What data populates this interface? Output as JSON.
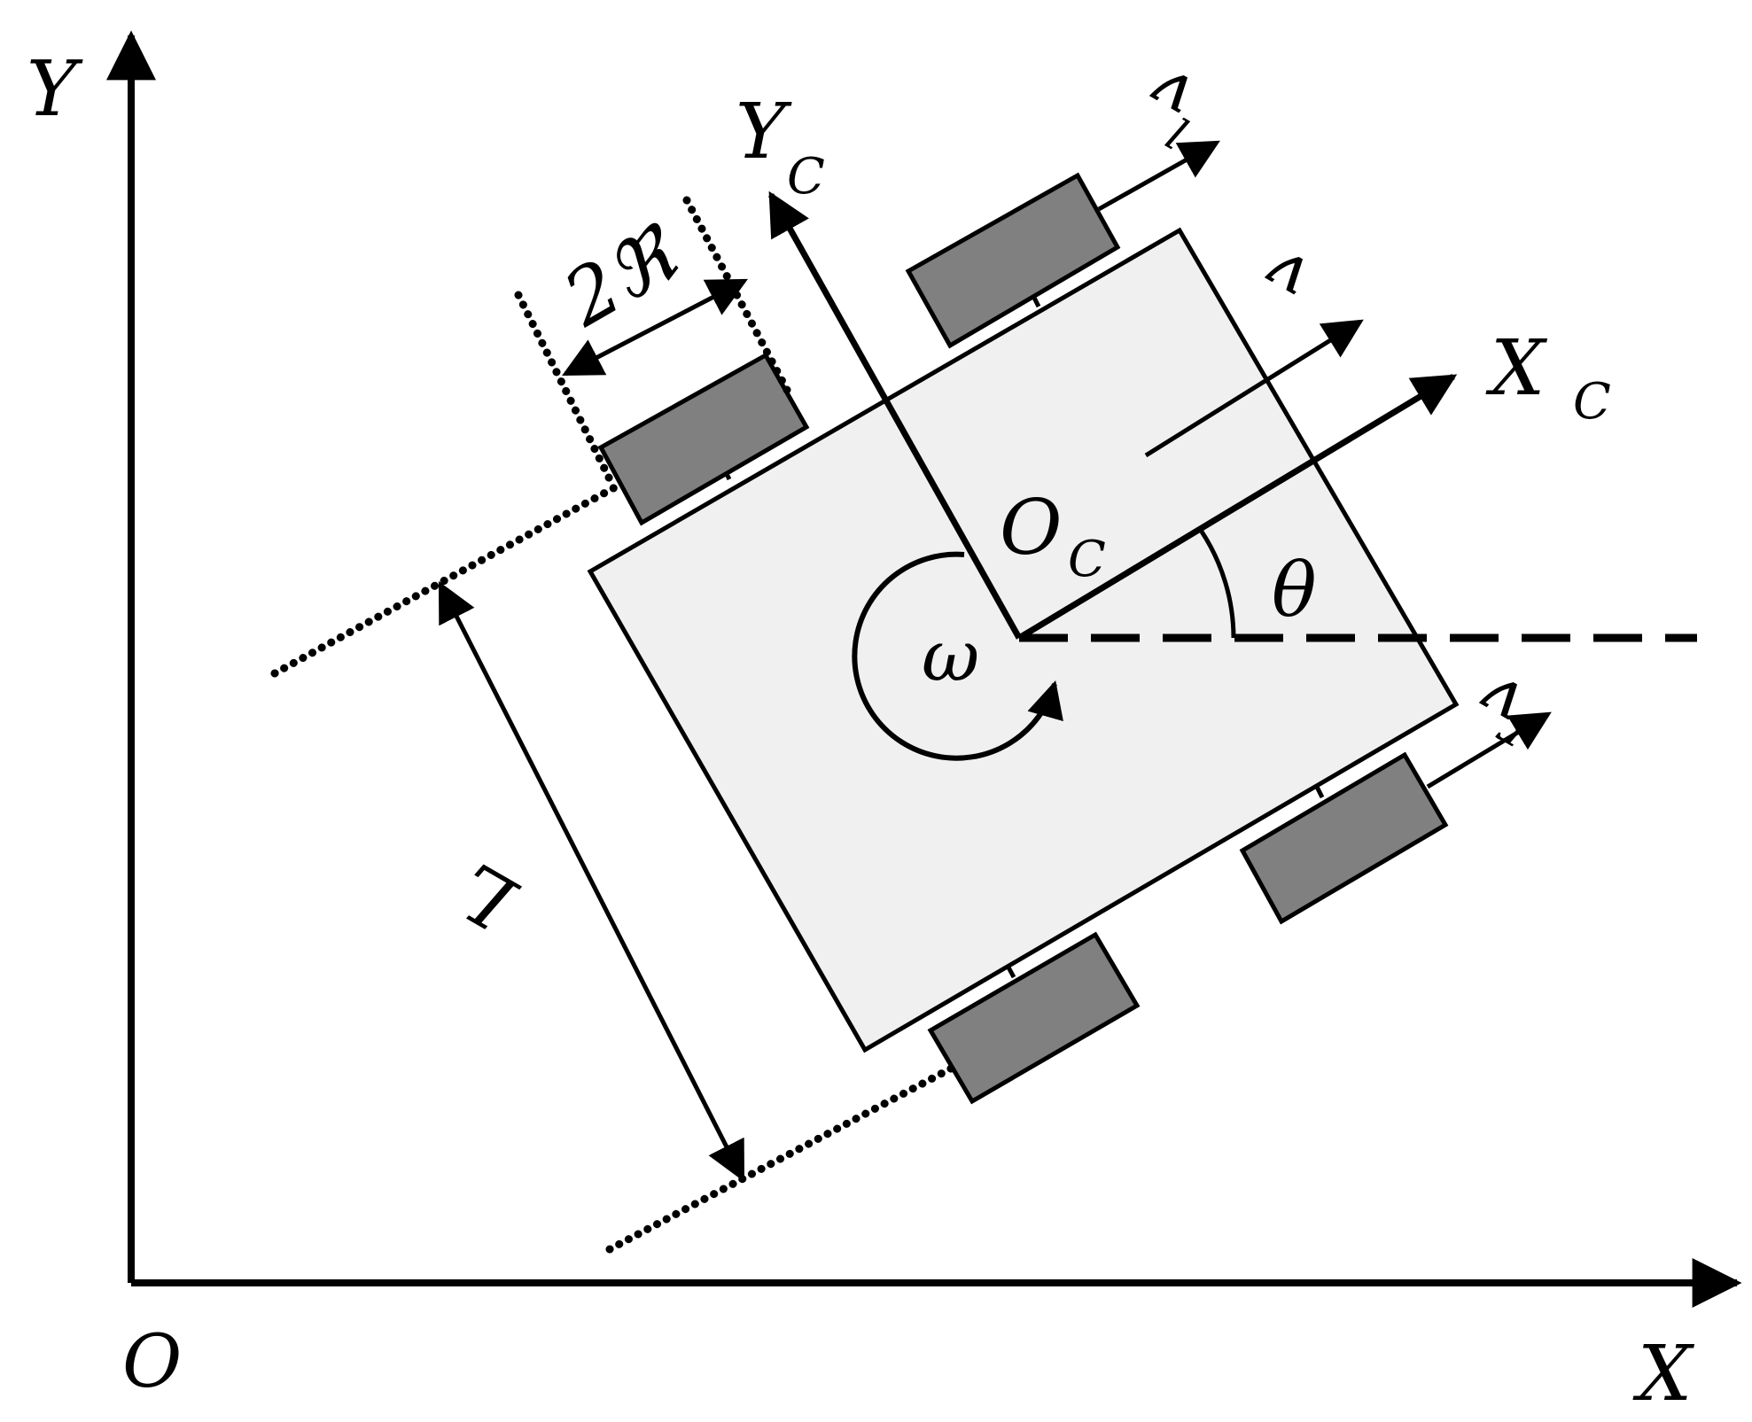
{
  "labels": {
    "world_y": "Y",
    "world_x": "X",
    "origin": "O",
    "body_y_main": "Y",
    "body_y_sub": "C",
    "body_x_main": "X",
    "body_x_sub": "C",
    "body_origin_main": "O",
    "body_origin_sub": "C",
    "wheel_width": "2ℜ",
    "track_length": "L",
    "velocity": "v",
    "velocity_left_main": "v",
    "velocity_left_sub": "l",
    "velocity_right_main": "v",
    "velocity_right_sub": "r",
    "angular_velocity": "ω",
    "heading_angle": "θ"
  },
  "colors": {
    "stroke": "#000000",
    "body_fill": "#f0f0f0",
    "wheel_fill": "#808080",
    "background": "#ffffff"
  }
}
